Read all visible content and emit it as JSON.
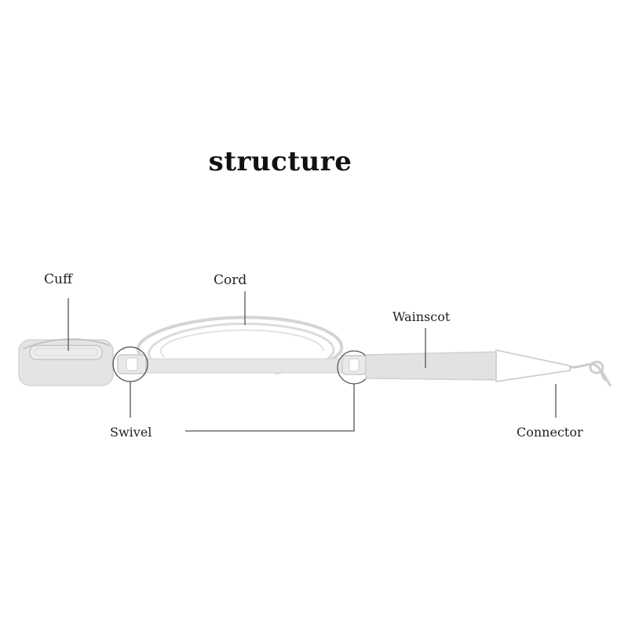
{
  "title": "structure",
  "labels": {
    "cuff": "Cuff",
    "cord": "Cord",
    "wainscot": "Wainscot",
    "swivel": "Swivel",
    "connector": "Connector"
  },
  "colors": {
    "part_fill": "#e3e3e3",
    "part_stroke": "#cfcfcf",
    "leader_line": "#555555",
    "title": "#111111"
  }
}
